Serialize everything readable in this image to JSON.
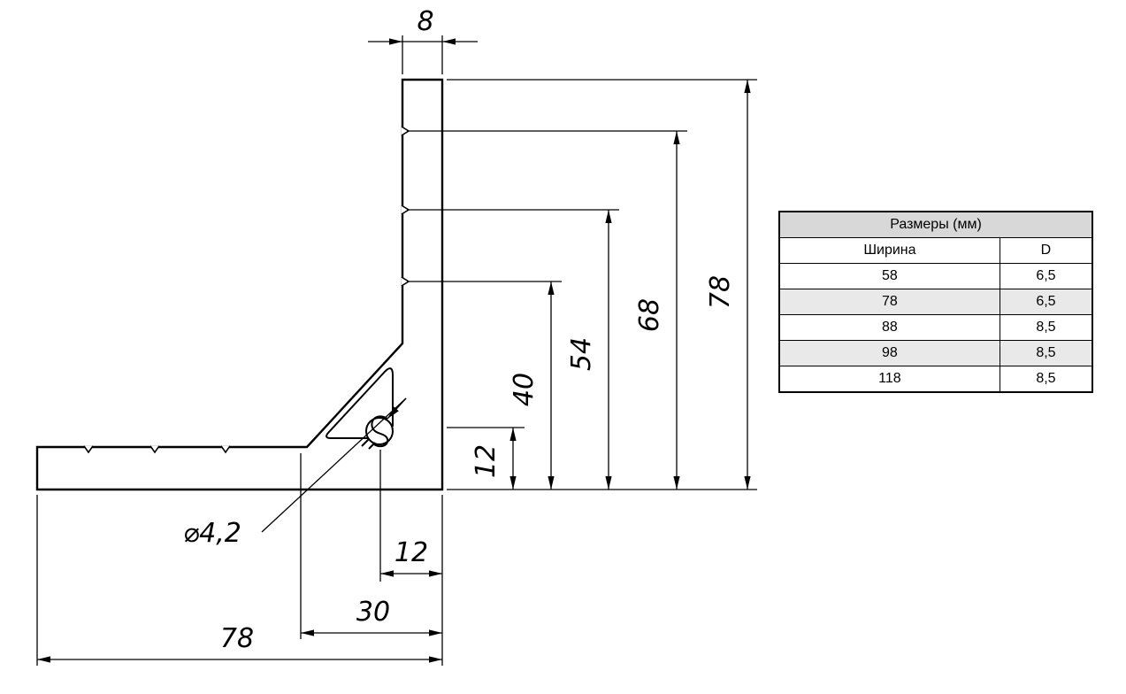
{
  "drawing": {
    "labels": {
      "top_width": "8",
      "total_height": "78",
      "h68": "68",
      "h54": "54",
      "h40": "40",
      "h12": "12",
      "w12": "12",
      "w30": "30",
      "w78": "78",
      "hole_dia": "⌀4,2"
    }
  },
  "table": {
    "title": "Размеры (мм)",
    "columns": [
      "Ширина",
      "D"
    ],
    "rows": [
      [
        "58",
        "6,5"
      ],
      [
        "78",
        "6,5"
      ],
      [
        "88",
        "8,5"
      ],
      [
        "98",
        "8,5"
      ],
      [
        "118",
        "8,5"
      ]
    ]
  }
}
